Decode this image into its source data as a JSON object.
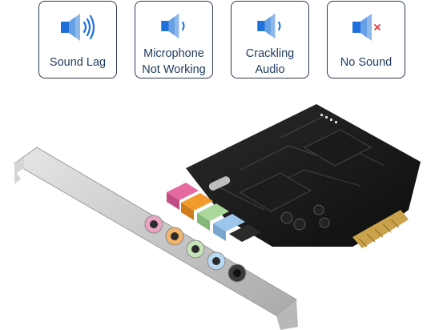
{
  "issues": [
    {
      "label": "Sound Lag",
      "icon": "speaker-waves-icon"
    },
    {
      "label": "Microphone\nNot Working",
      "icon": "speaker-low-icon"
    },
    {
      "label": "Crackling\nAudio",
      "icon": "speaker-low-icon"
    },
    {
      "label": "No Sound",
      "icon": "speaker-mute-icon"
    }
  ],
  "colors": {
    "speaker_blue": "#1e6fd9",
    "speaker_light": "#8fb8ea",
    "mute_x": "#e03a3a",
    "card_border": "#2c3a52",
    "label_text": "#1f3a5f"
  },
  "product": {
    "type": "PCIe sound card",
    "jacks": [
      "pink",
      "orange",
      "green",
      "blue",
      "black"
    ]
  }
}
